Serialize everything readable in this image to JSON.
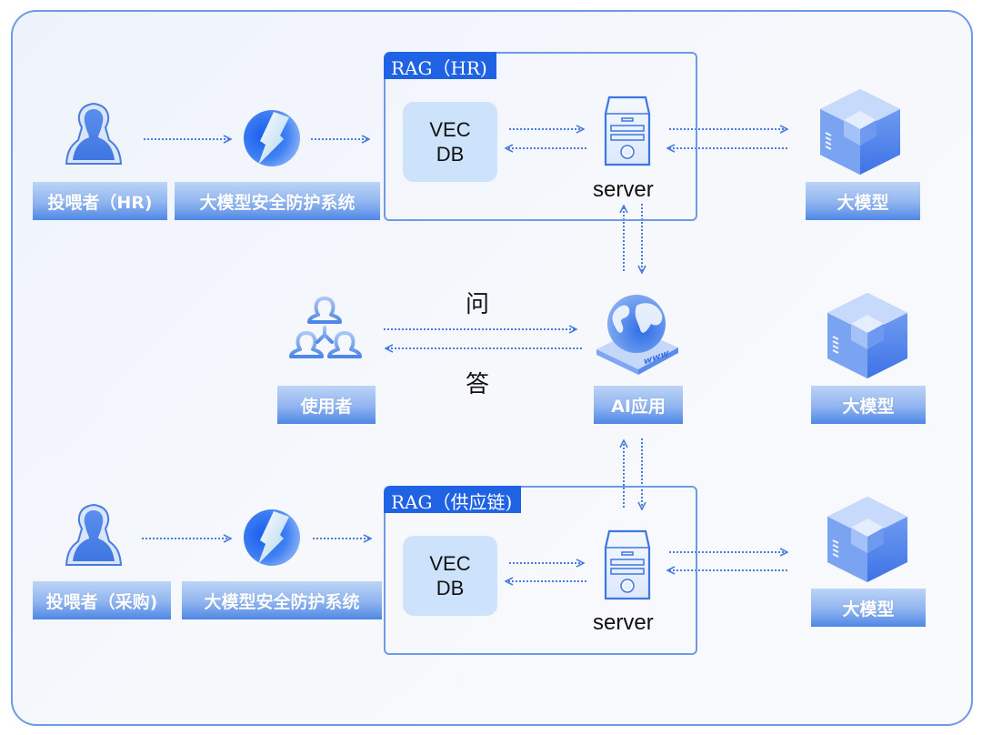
{
  "colors": {
    "frame_border": "#6f9ae6",
    "rag_title_bg": "#1f63e4",
    "arrow": "#4a7be0",
    "vecdb_bg": "#cde2fb",
    "label_gradient_top": "#bcd4f6",
    "label_gradient_bottom": "#4f87e6"
  },
  "top_row": {
    "feeder": {
      "icon": "hooded-person-icon",
      "label": "投喂者（HR)"
    },
    "guard": {
      "icon": "lightning-shield-icon",
      "label": "大模型安全防护系统"
    },
    "rag": {
      "title": "RAG（HR)",
      "vecdb": {
        "line1": "VEC",
        "line2": "DB"
      },
      "server": {
        "icon": "server-icon",
        "label": "server"
      }
    },
    "llm": {
      "icon": "cube-stack-icon",
      "label": "大模型"
    }
  },
  "middle_row": {
    "user": {
      "icon": "user-group-icon",
      "label": "使用者"
    },
    "ask_label": "问",
    "answer_label": "答",
    "app": {
      "icon": "globe-www-icon",
      "label": "AI应用"
    },
    "llm": {
      "icon": "cube-stack-icon",
      "label": "大模型"
    }
  },
  "bottom_row": {
    "feeder": {
      "icon": "hooded-person-icon",
      "label": "投喂者（采购)"
    },
    "guard": {
      "icon": "lightning-shield-icon",
      "label": "大模型安全防护系统"
    },
    "rag": {
      "title": "RAG（供应链)",
      "vecdb": {
        "line1": "VEC",
        "line2": "DB"
      },
      "server": {
        "icon": "server-icon",
        "label": "server"
      }
    },
    "llm": {
      "icon": "cube-stack-icon",
      "label": "大模型"
    }
  }
}
